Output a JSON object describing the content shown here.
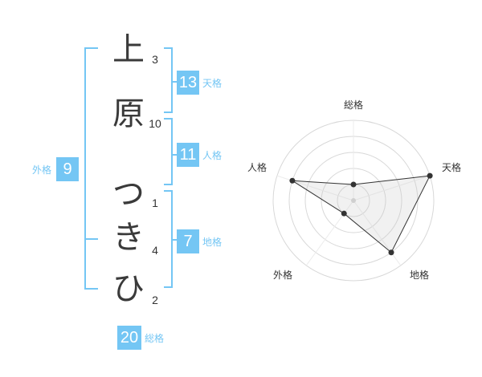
{
  "name_chars": [
    {
      "char": "上",
      "strokes": "3"
    },
    {
      "char": "原",
      "strokes": "10"
    },
    {
      "char": "つ",
      "strokes": "1"
    },
    {
      "char": "き",
      "strokes": "4"
    },
    {
      "char": "ひ",
      "strokes": "2"
    }
  ],
  "fortunes": {
    "tenkaku": {
      "label": "天格",
      "value": "13"
    },
    "jinkaku": {
      "label": "人格",
      "value": "11"
    },
    "chikaku": {
      "label": "地格",
      "value": "7"
    },
    "gaikaku": {
      "label": "外格",
      "value": "9"
    },
    "soukaku": {
      "label": "総格",
      "value": "20"
    }
  },
  "colors": {
    "accent": "#74c6f4",
    "text": "#333333"
  },
  "chart_data": {
    "type": "radar",
    "axes": [
      "総格",
      "天格",
      "地格",
      "外格",
      "人格"
    ],
    "values": [
      1,
      5,
      4,
      1,
      4
    ],
    "max": 5,
    "rings": 5,
    "grid": true
  }
}
